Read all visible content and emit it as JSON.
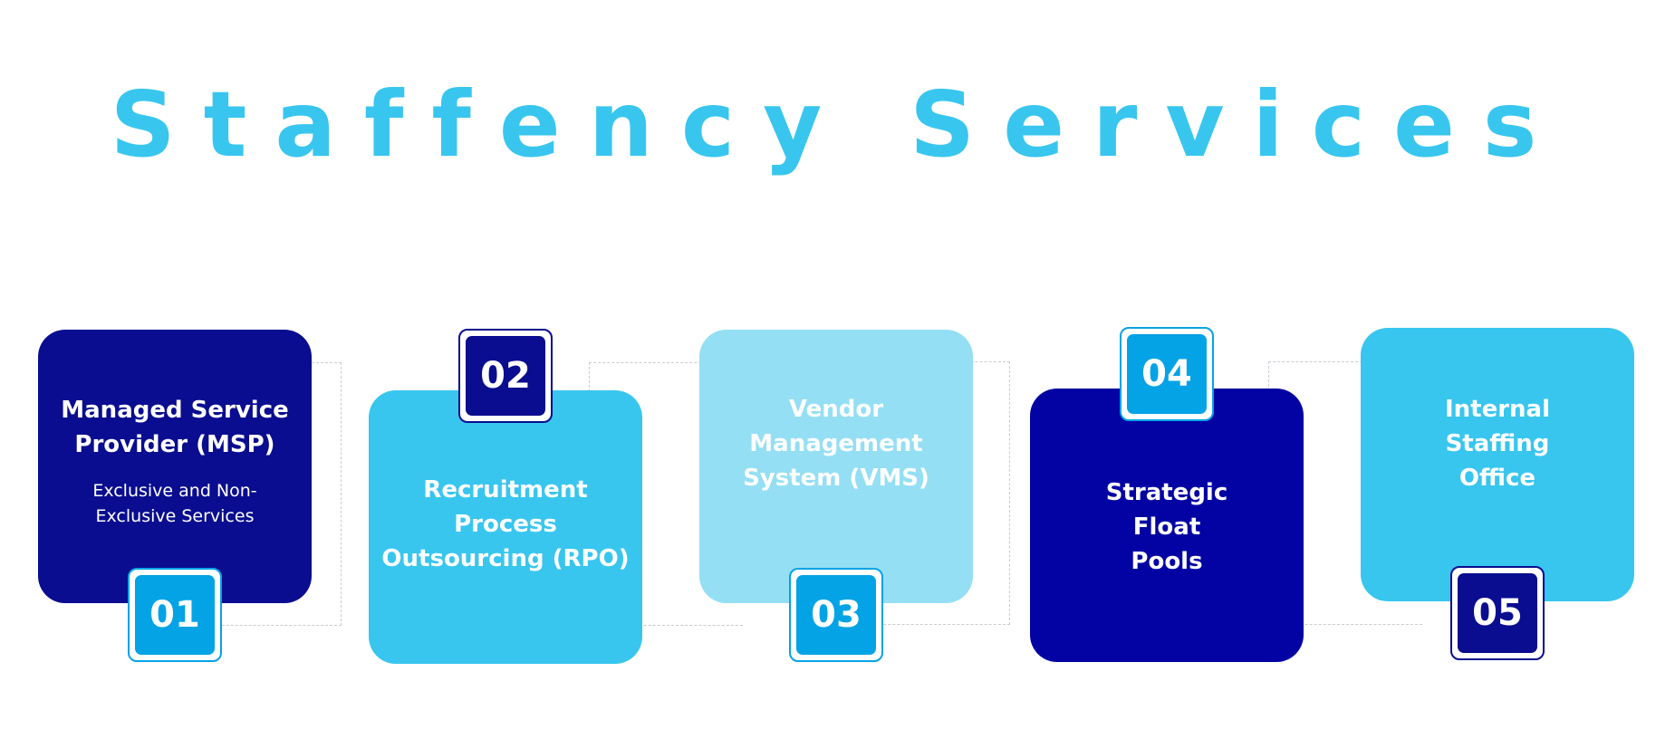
{
  "title": "Staffency Services",
  "services": [
    {
      "number": "01",
      "title": "Managed Service\nProvider (MSP)",
      "subtitle": "Exclusive and Non-\nExclusive Services"
    },
    {
      "number": "02",
      "title": "Recruitment\nProcess\nOutsourcing (RPO)"
    },
    {
      "number": "03",
      "title": "Vendor\nManagement\nSystem (VMS)"
    },
    {
      "number": "04",
      "title": "Strategic\nFloat\nPools"
    },
    {
      "number": "05",
      "title": "Internal\nStaffing\nOffice"
    }
  ],
  "colors": {
    "title": "#38c6ef",
    "dark_navy": "#0a0d8f",
    "royal_blue": "#0303a3",
    "sky_blue": "#38c6ef",
    "light_blue": "#94dff4",
    "badge_blue": "#04a3e6"
  }
}
